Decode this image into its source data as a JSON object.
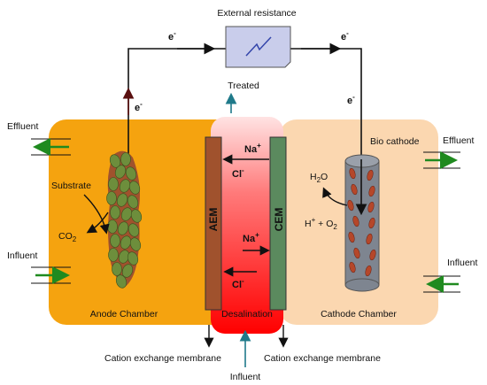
{
  "labels": {
    "external_resistance": "External resistance",
    "electron": "e",
    "electron_sup": "-",
    "treated": "Treated",
    "effluent": "Effluent",
    "influent": "Influent",
    "substrate": "Substrate",
    "co2_main": "CO",
    "co2_sub": "2",
    "anode_chamber": "Anode Chamber",
    "aem": "AEM",
    "cem": "CEM",
    "na_main": "Na",
    "na_sup": "+",
    "cl_main": "Cl",
    "cl_sup": "-",
    "desalination": "Desalination",
    "bio_cathode": "Bio cathode",
    "h2o_main": "H",
    "h2o_sub": "2",
    "h2o_end": "O",
    "h_reaction_main": "H",
    "h_reaction_sup": "+",
    "h_reaction_mid": " + O",
    "h_reaction_sub": "2",
    "cathode_chamber": "Cathode Chamber",
    "cation_membrane_left": "Cation exchange membrane",
    "cation_membrane_right": "Cation exchange membrane",
    "bottom_influent": "Influent"
  },
  "colors": {
    "anode": "#F5A30F",
    "cathode": "#FBD7B0",
    "aem": "#A0522D",
    "cem": "#5B8A5E",
    "desal_top": "#FFE0E0",
    "desal_bottom": "#FF0000",
    "resistor": "#C9CDEB",
    "arrow_green": "#1F8A1F",
    "arrow_teal": "#1F7A8A",
    "bacteria_green": "#6D8E3C",
    "bacteria_red": "#B5472A",
    "cathode_rod": "#7E8590"
  }
}
